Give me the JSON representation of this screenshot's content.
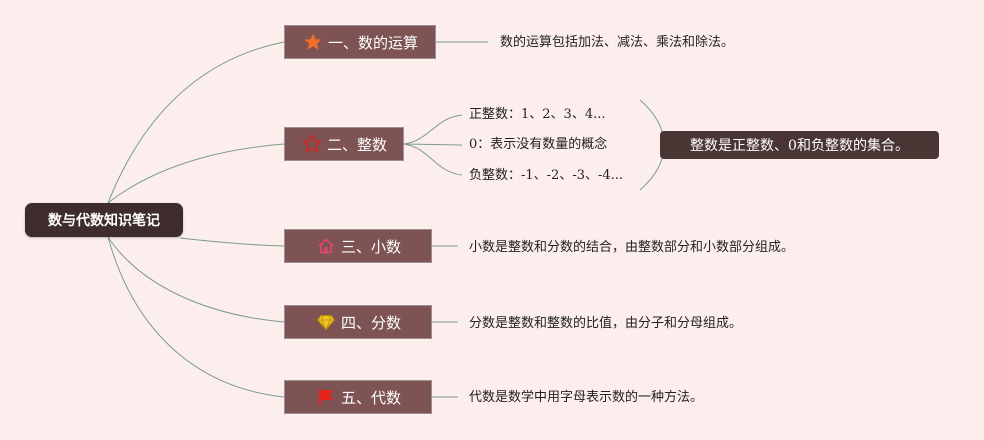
{
  "root": {
    "label": "数与代数知识笔记"
  },
  "topics": [
    {
      "label": "一、数的运算",
      "icon": "star-icon",
      "icon_color": "#f06d2a"
    },
    {
      "label": "二、整数",
      "icon": "star-outline-icon",
      "icon_color": "#c92a2a"
    },
    {
      "label": "三、小数",
      "icon": "house-icon",
      "icon_color": "#e0476a"
    },
    {
      "label": "四、分数",
      "icon": "diamond-icon",
      "icon_color": "#f2c521"
    },
    {
      "label": "五、代数",
      "icon": "flag-icon",
      "icon_color": "#e3231c"
    }
  ],
  "details": {
    "arithmetic": "数的运算包括加法、减法、乘法和除法。",
    "integers": [
      "正整数：1、2、3、4...",
      "0：表示没有数量的概念",
      "负整数：-1、-2、-3、-4..."
    ],
    "integer_summary": "整数是正整数、0和负整数的集合。",
    "decimals": "小数是整数和分数的结合，由整数部分和小数部分组成。",
    "fractions": "分数是整数和整数的比值，由分子和分母组成。",
    "algebra": "代数是数学中用字母表示数的一种方法。"
  },
  "colors": {
    "background": "#fdeeee",
    "root_fill": "#3f2c2c",
    "topic_fill": "#7e5353",
    "summary_fill": "#4a3535",
    "connector": "#7a9c8a"
  }
}
